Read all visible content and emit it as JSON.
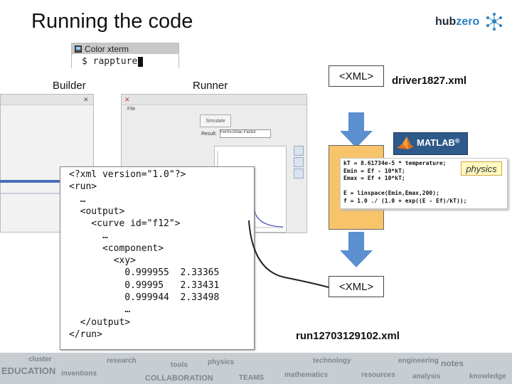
{
  "slide": {
    "title": "Running the code"
  },
  "logo": {
    "hub": "hub",
    "zero": "zero",
    "accent": "#2a7fc0"
  },
  "xterm": {
    "title": "Color xterm",
    "prompt": "$",
    "command": "rappture"
  },
  "labels": {
    "builder": "Builder",
    "runner": "Runner"
  },
  "xml_popup": {
    "lines": [
      "<?xml version=\"1.0\"?>",
      "<run>",
      "  …",
      "  <output>",
      "    <curve id=\"f12\">",
      "      …",
      "      <component>",
      "        <xy>",
      "          0.999955  2.33365",
      "          0.99995   2.33431",
      "          0.999944  2.33498",
      "          …",
      "  </output>",
      "</run>"
    ]
  },
  "flow": {
    "tag_top": "<XML>",
    "file_top": "driver1827.xml",
    "tag_bottom": "<XML>",
    "file_bottom": "run12703129102.xml",
    "matlab_label": "MATLAB",
    "matlab_reg": "®",
    "physics": "physics",
    "arrow_color": "#5b8fd0",
    "code_lines": [
      "kT = 8.61734e-5 * temperature;",
      "Emin = Ef - 10*kT;",
      "Emax = Ef + 10*kT;",
      "",
      "E = linspace(Emin,Emax,200);",
      "f = 1.0 ./ (1.0 + exp((E - Ef)/kT));"
    ]
  },
  "runner_ui": {
    "simulate": "Simulate",
    "result_label": "Result:",
    "result_value": "Fermi-Dirac Factor"
  },
  "footer": {
    "words": [
      "EDUCATION",
      "inventions",
      "research",
      "COLLABORATION",
      "physics",
      "resources",
      "mathematics",
      "notes",
      "knowledge",
      "technology",
      "TEAMS",
      "engineering",
      "cluster",
      "tools",
      "analysis"
    ]
  }
}
